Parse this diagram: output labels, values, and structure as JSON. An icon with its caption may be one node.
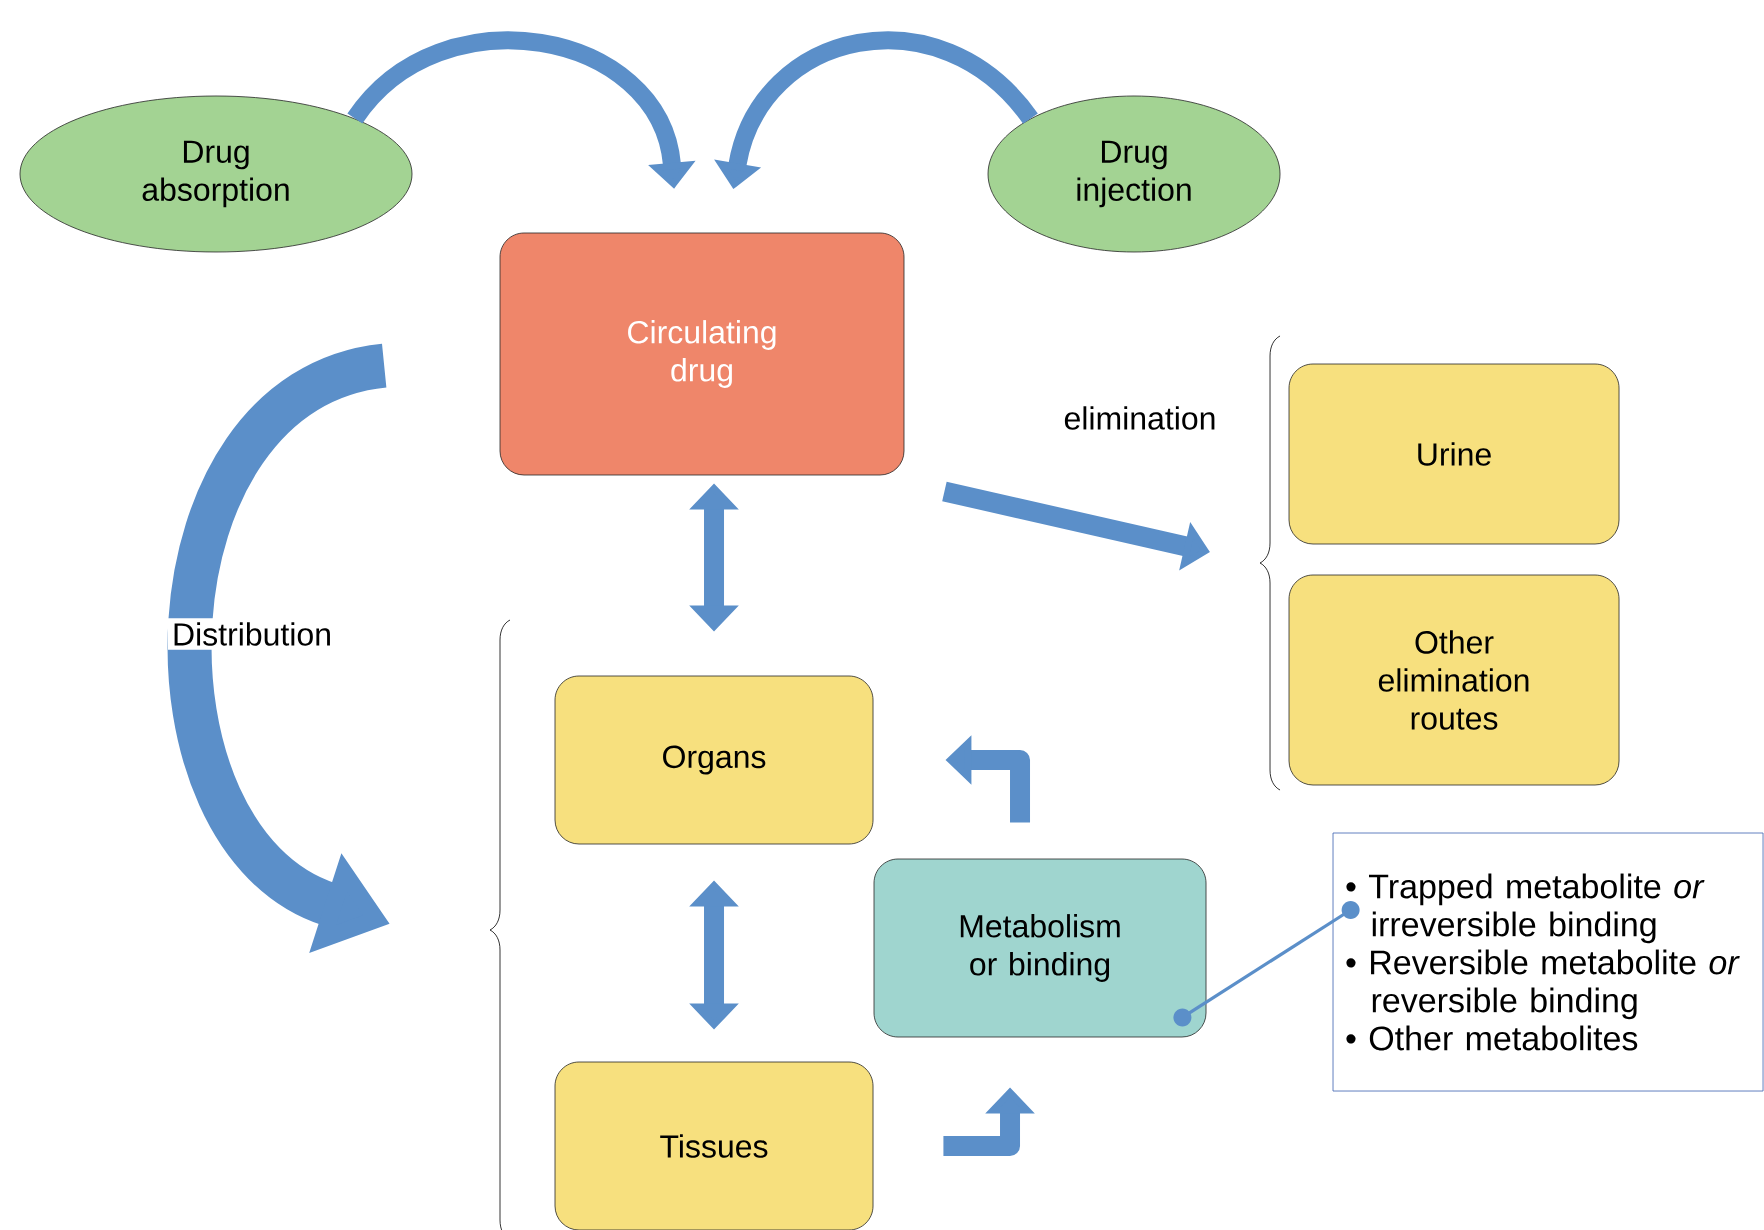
{
  "diagram": {
    "nodes": [
      {
        "text": [
          "Drug absorption"
        ]
      },
      {
        "text": [
          "Drug injection"
        ]
      },
      {
        "text": [
          "Circulating drug"
        ]
      },
      {
        "text": [
          "Urine"
        ]
      },
      {
        "text": [
          "Other elimination routes"
        ]
      },
      {
        "text": [
          "Organs"
        ]
      },
      {
        "text": [
          "Tissues"
        ]
      },
      {
        "text": [
          "Metabolism or binding"
        ]
      },
      {
        "text": [
          "• Trapped metabolite *or* irreversible binding",
          "• Reversible metabolite *or* reversible binding",
          "• Other metabolites"
        ]
      }
    ],
    "edges": [
      {
        "from": 0,
        "to": 2,
        "arrow": "to"
      },
      {
        "from": 1,
        "to": 2,
        "arrow": "to"
      },
      {
        "from": 2,
        "to": null,
        "arrow": "to",
        "label": "elimination"
      },
      {
        "from": 2,
        "to": null,
        "arrow": "to",
        "label": "Distribution",
        "style": "thick"
      },
      {
        "from": 2,
        "to": 5,
        "arrow": "both"
      },
      {
        "from": 5,
        "to": 6,
        "arrow": "both"
      },
      {
        "from": 6,
        "to": 7,
        "arrow": "to"
      },
      {
        "from": 7,
        "to": 5,
        "arrow": "to"
      },
      {
        "from": 7,
        "to": 8,
        "arrow": "other"
      }
    ]
  }
}
